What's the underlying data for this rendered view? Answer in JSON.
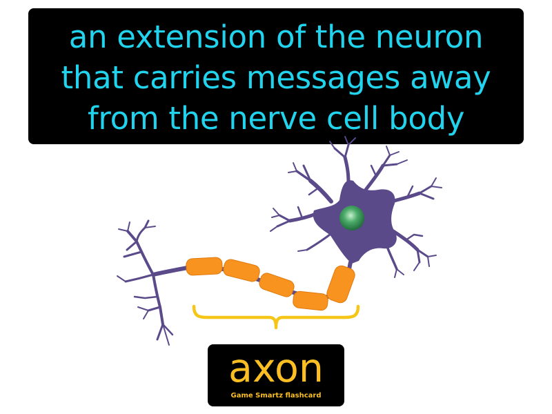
{
  "definition": {
    "lines": [
      "an extension of the neuron",
      "that carries messages away",
      "from the nerve cell body"
    ]
  },
  "term": {
    "word": "axon",
    "brand": "Game Smartz flashcard"
  },
  "colors": {
    "definition_text": "#22d3ee",
    "term_text": "#fbbf24",
    "brand_text": "#fbbf24",
    "neuron_body": "#5b4a8a",
    "myelin": "#f7931e",
    "nucleus": "#3a9b5c",
    "bracket": "#f5c518"
  },
  "icons": {
    "illustration": "neuron-icon",
    "bracket": "curly-brace-icon"
  }
}
